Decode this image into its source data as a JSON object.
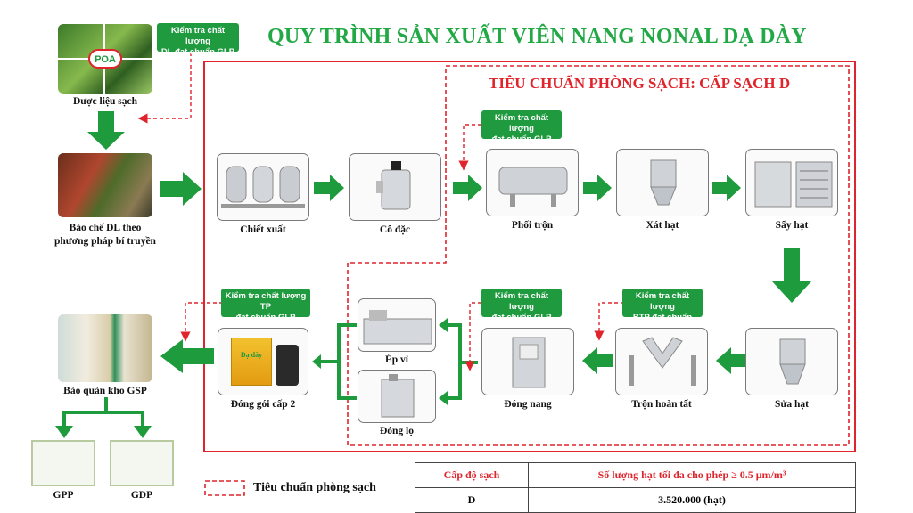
{
  "title": "QUY TRÌNH SẢN XUẤT VIÊN NANG NONAL DẠ DÀY",
  "cleanroom_title": "TIÊU CHUẨN PHÒNG SẠCH: CẤP SẠCH D",
  "logo_text": "POA",
  "qc_labels": {
    "raw": [
      "Kiểm tra chất lượng",
      "DL đạt chuẩn GLP"
    ],
    "mixing": [
      "Kiểm tra chất lượng",
      "đạt chuẩn GLP"
    ],
    "finished": [
      "Kiểm tra chất lượng TP",
      "đạt chuẩn GLP"
    ],
    "capsule": [
      "Kiểm tra chất lượng",
      "đạt chuẩn GLP"
    ],
    "semi": [
      "Kiểm tra chất lượng",
      "BTP đạt chuẩn GLP"
    ]
  },
  "steps": {
    "raw_herbs": "Dược liệu sạch",
    "prep": [
      "Bào chế DL theo",
      "phương pháp bí truyền"
    ],
    "extract": "Chiết xuất",
    "concentrate": "Cô đặc",
    "mix": "Phối trộn",
    "granulate": "Xát hạt",
    "dry": "Sấy hạt",
    "resize": "Sửa hạt",
    "final_mix": "Trộn hoàn tất",
    "encapsulate": "Đóng nang",
    "blister": "Ép vỉ",
    "bottle": "Đóng lọ",
    "pack": "Đóng gói cấp 2",
    "storage": "Bảo quản kho GSP",
    "gpp": "GPP",
    "gdp": "GDP"
  },
  "product_text": "Dạ dày",
  "legend": "Tiêu chuẩn phòng sạch",
  "table": {
    "headers": [
      "Cấp độ sạch",
      "Số lượng hạt tối đa cho phép ≥ 0.5 μm/m³"
    ],
    "row": [
      "D",
      "3.520.000 (hạt)"
    ]
  },
  "colors": {
    "green": "#22a845",
    "arrow": "#1e9b3c",
    "red": "#e0242b"
  }
}
